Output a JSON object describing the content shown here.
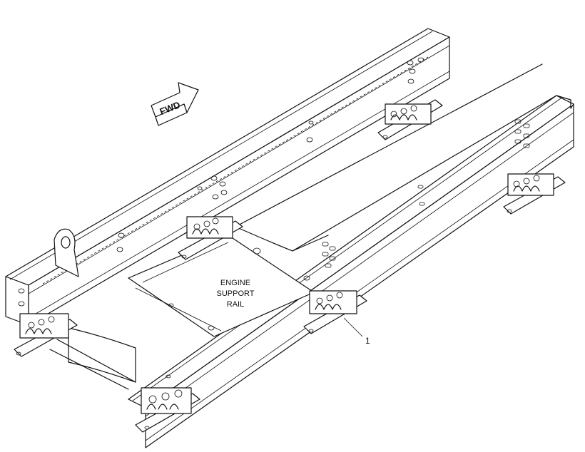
{
  "diagram": {
    "center_label_lines": [
      "ENGINE",
      "SUPPORT",
      "RAIL"
    ],
    "direction_arrow_label": "FWD",
    "callout_number": "1"
  }
}
